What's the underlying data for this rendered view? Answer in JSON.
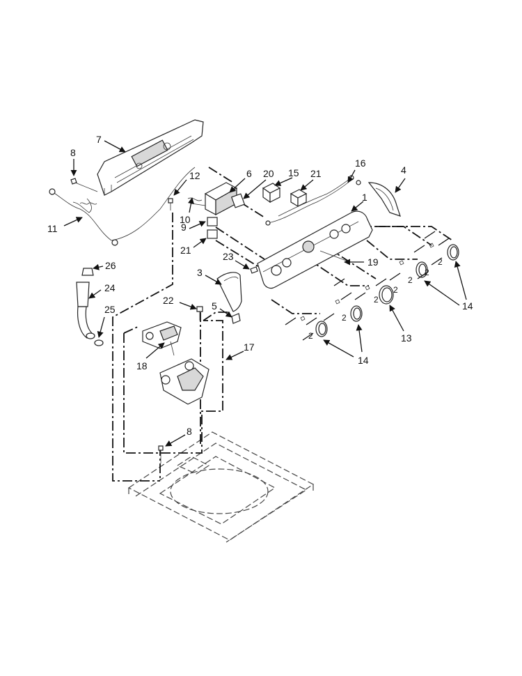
{
  "diagram": {
    "callouts": {
      "c1": "1",
      "c2a": "2",
      "c2b": "2",
      "c2c": "2",
      "c2d": "2",
      "c2e": "2",
      "c2f": "2",
      "c2g": "2",
      "c3": "3",
      "c4": "4",
      "c5": "5",
      "c6": "6",
      "c7": "7",
      "c8a": "8",
      "c8b": "8",
      "c9": "9",
      "c10": "10",
      "c11": "11",
      "c12": "12",
      "c13": "13",
      "c14a": "14",
      "c14b": "14",
      "c15": "15",
      "c16": "16",
      "c17": "17",
      "c18": "18",
      "c19": "19",
      "c20": "20",
      "c21a": "21",
      "c21b": "21",
      "c22": "22",
      "c23": "23",
      "c24": "24",
      "c25": "25",
      "c26": "26"
    },
    "icons": [
      "console-back-panel",
      "wire-harness",
      "control-panel",
      "knob",
      "pressure-switch",
      "valve",
      "cabinet-top",
      "inlet-hose"
    ]
  }
}
